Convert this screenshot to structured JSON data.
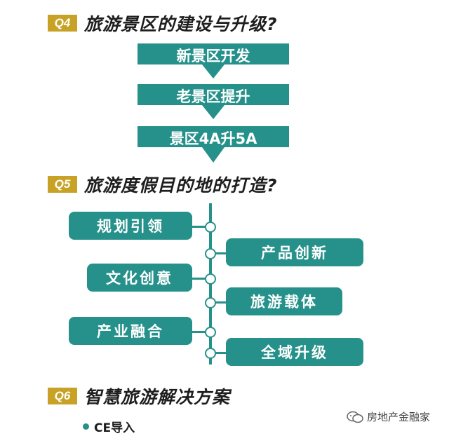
{
  "q4": {
    "badge": "Q4",
    "title": "旅游景区的建设与升级?"
  },
  "flow": [
    "新景区开发",
    "老景区提升",
    "景区4A升5A"
  ],
  "q5": {
    "badge": "Q5",
    "title": "旅游度假目的地的打造?"
  },
  "left_items": [
    "规划引领",
    "文化创意",
    "产业融合"
  ],
  "right_items": [
    "产品创新",
    "旅游载体",
    "全域升级"
  ],
  "q6": {
    "badge": "Q6",
    "title": "智慧旅游解决方案"
  },
  "bullet": "CE导入",
  "watermark": "房地产金融家",
  "colors": {
    "teal": "#25918a",
    "gold": "#c8a227"
  }
}
